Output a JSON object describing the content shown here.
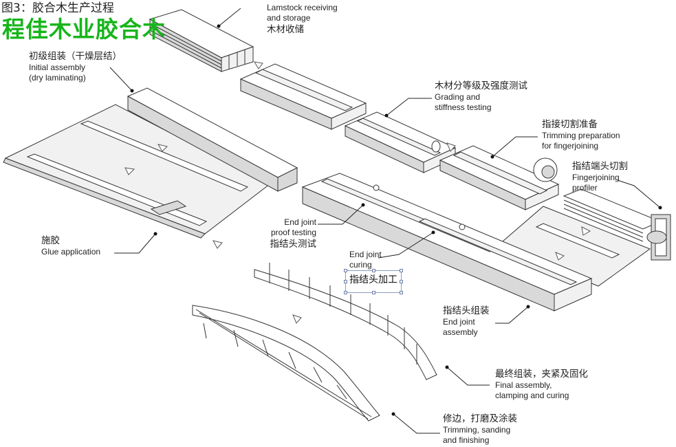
{
  "figure": {
    "title": "图3：胶合木生产过程",
    "brand": "程佳木业胶合木",
    "brand_color": "#17b51b"
  },
  "steps": {
    "lamstock": {
      "zh": "木材收储",
      "en1": "Lamstock receiving",
      "en2": "and storage"
    },
    "initial": {
      "zh": "初级组装（干燥层结）",
      "en1": "Initial assembly",
      "en2": "(dry laminating)"
    },
    "grading": {
      "zh": "木材分等级及强度测试",
      "en1": "Grading and",
      "en2": "stiffness testing"
    },
    "trimming_prep": {
      "zh": "指接切割准备",
      "en1": "Trimming preparation",
      "en2": "for fingerjoining"
    },
    "fingerjoint": {
      "zh": "指结端头切割",
      "en1": "Fingerjoining",
      "en2": "profiler"
    },
    "proof": {
      "en1": "End joint",
      "en2": "proof testing",
      "zh": "指结头测试"
    },
    "curing": {
      "en1": "End joint",
      "en2": "curing",
      "zh": "指结头加工"
    },
    "glue": {
      "zh": "施胶",
      "en1": "Glue application"
    },
    "assembly": {
      "zh": "指结头组装",
      "en1": "End joint",
      "en2": "assembly"
    },
    "final": {
      "zh": "最终组装，夹紧及固化",
      "en1": "Final assembly,",
      "en2": "clamping and curing"
    },
    "finishing": {
      "zh": "修边，打磨及涂装",
      "en1": "Trimming, sanding",
      "en2": "and finishing"
    }
  }
}
